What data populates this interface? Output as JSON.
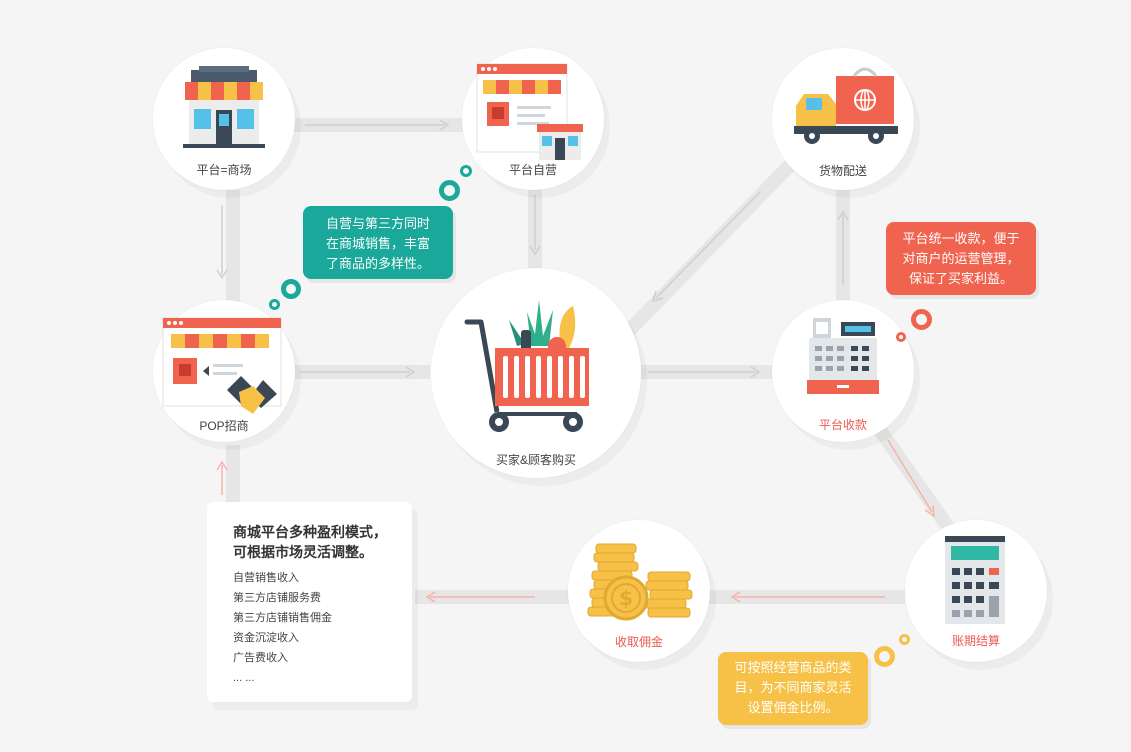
{
  "nodes": {
    "mall": "平台=商场",
    "self_operated": "平台自营",
    "delivery": "货物配送",
    "pop": "POP招商",
    "buyers": "买家&顾客购买",
    "payment": "平台收款",
    "settlement": "账期结算",
    "commission": "收取佣金"
  },
  "bubbles": {
    "green": [
      "自营与第三方同时",
      "在商城销售，丰富",
      "了商品的多样性。"
    ],
    "red": [
      "平台统一收款，便于",
      "对商户的运营管理，",
      "保证了买家利益。"
    ],
    "yellow": [
      "可按照经营商品的类",
      "目，为不同商家灵活",
      "设置佣金比例。"
    ]
  },
  "panel": {
    "title": [
      "商城平台多种盈利模式，",
      "可根据市场灵活调整。"
    ],
    "items": [
      "自营销售收入",
      "第三方店铺服务费",
      "第三方店铺销售佣金",
      "资金沉淀收入",
      "广告费收入",
      "... ..."
    ]
  },
  "colors": {
    "background": "#f5f5f5",
    "accent_red": "#f0634f",
    "accent_green": "#1aa89a",
    "accent_yellow": "#f6c146",
    "track": "#e6e6e6"
  },
  "icons": [
    "storefront-icon",
    "webshop-icon",
    "delivery-truck-icon",
    "pop-handshake-icon",
    "shopping-cart-icon",
    "cash-register-icon",
    "calculator-icon",
    "coins-icon"
  ]
}
